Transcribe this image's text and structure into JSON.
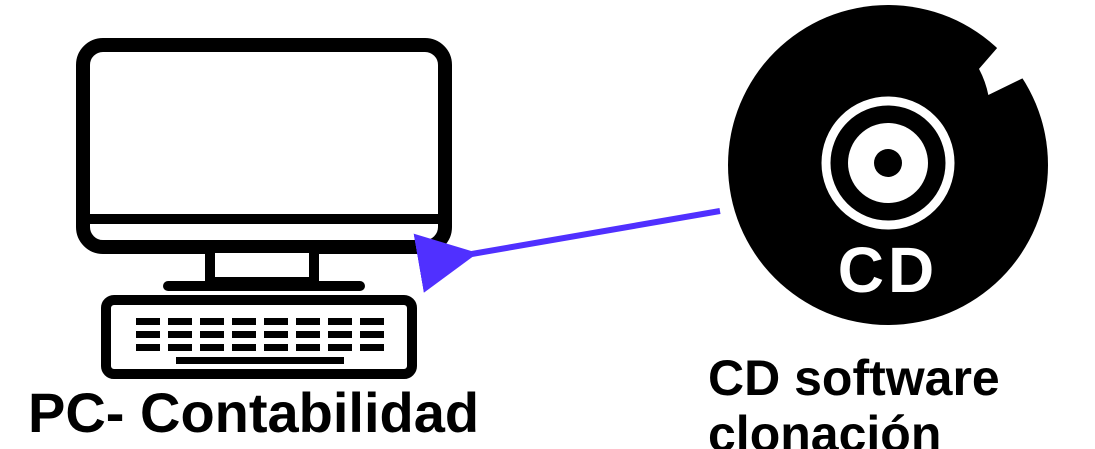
{
  "colors": {
    "background": "#ffffff",
    "foreground": "#000000",
    "arrow": "#5030ff"
  },
  "computer": {
    "icon": "desktop-computer-icon",
    "label": "PC- Contabilidad"
  },
  "disc": {
    "icon": "cd-disc-icon",
    "disc_text": "CD",
    "label_line1": "CD software",
    "label_line2": "clonación"
  },
  "connector": {
    "icon": "arrow-left-icon"
  }
}
